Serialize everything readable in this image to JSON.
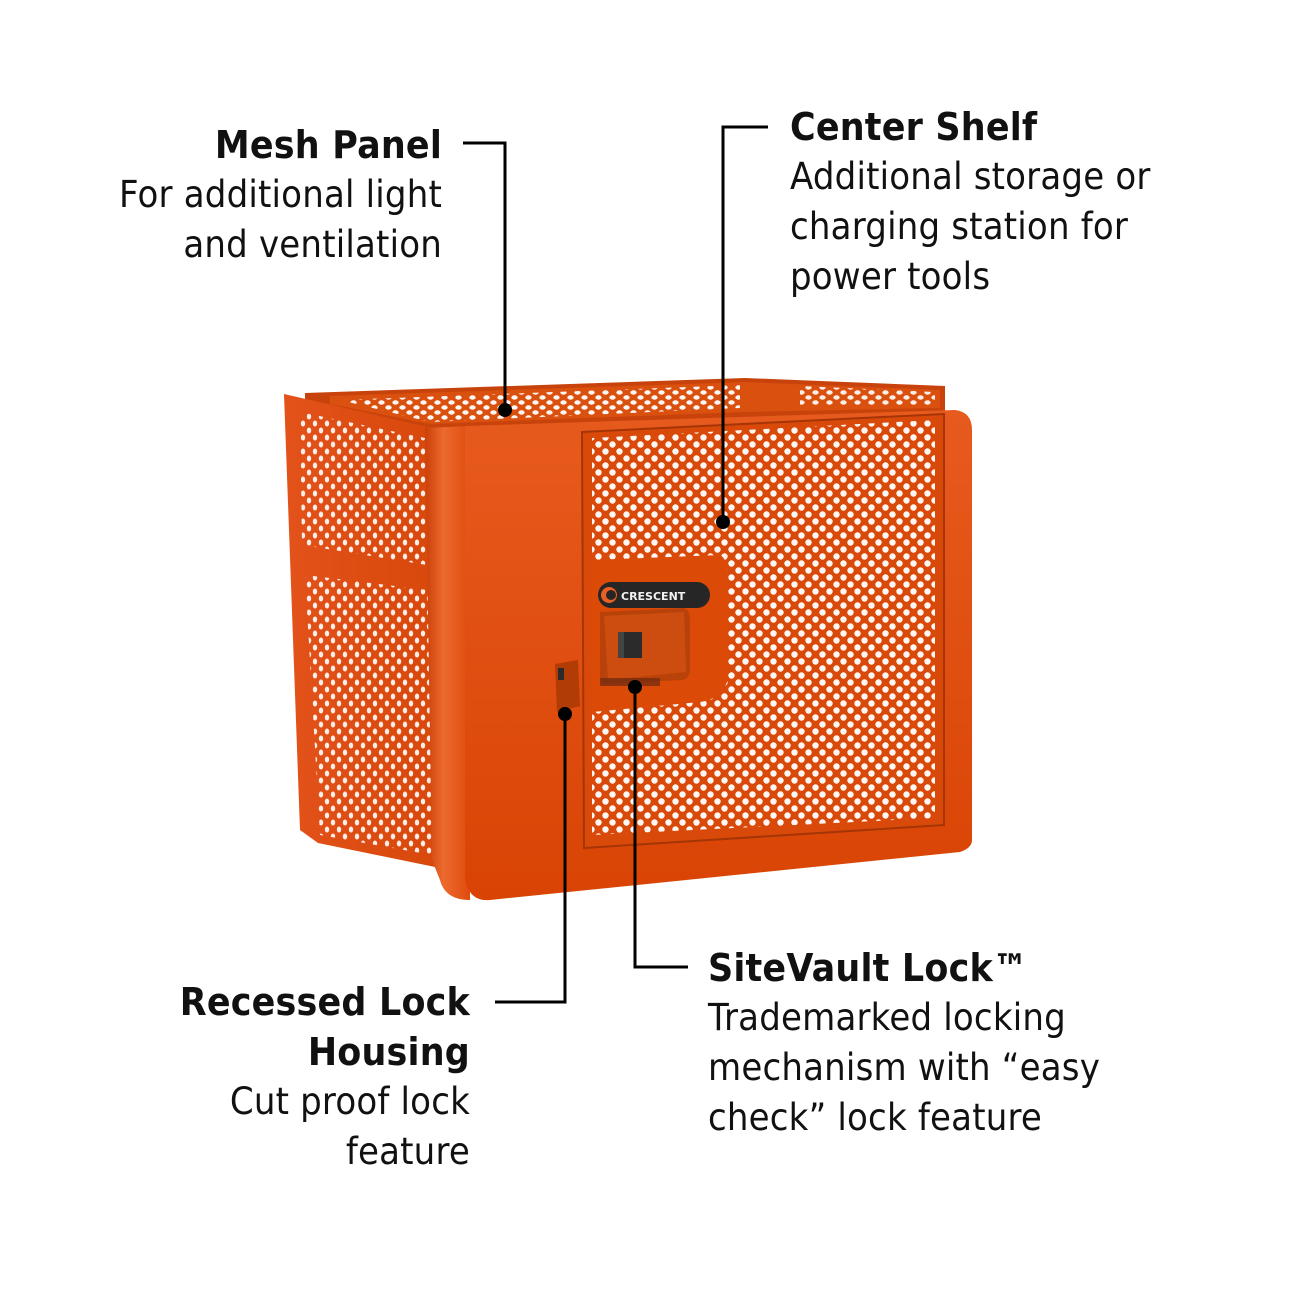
{
  "brand": {
    "name": "CRESCENT",
    "colors": {
      "body_orange": "#e04a0c",
      "highlight_orange": "#ea5f23",
      "shadow_orange": "#b83a06",
      "badge_dark": "#262626",
      "callout_line": "#000000",
      "background": "#ffffff"
    }
  },
  "product": {
    "description": "Orange perforated steel job-site storage box with front door"
  },
  "callouts": [
    {
      "id": "mesh-panel",
      "title": "Mesh Panel",
      "description_lines": [
        "For additional light",
        "and ventilation"
      ]
    },
    {
      "id": "center-shelf",
      "title": "Center Shelf",
      "description_lines": [
        "Additional storage or",
        "charging station for",
        "power tools"
      ]
    },
    {
      "id": "recessed-lock-housing",
      "title_lines": [
        "Recessed Lock",
        "Housing"
      ],
      "description_lines": [
        "Cut proof lock",
        "feature"
      ]
    },
    {
      "id": "sitevault-lock",
      "title": "SiteVault Lock™",
      "description_lines": [
        "Trademarked locking",
        "mechanism with “easy",
        "check” lock feature"
      ]
    }
  ]
}
